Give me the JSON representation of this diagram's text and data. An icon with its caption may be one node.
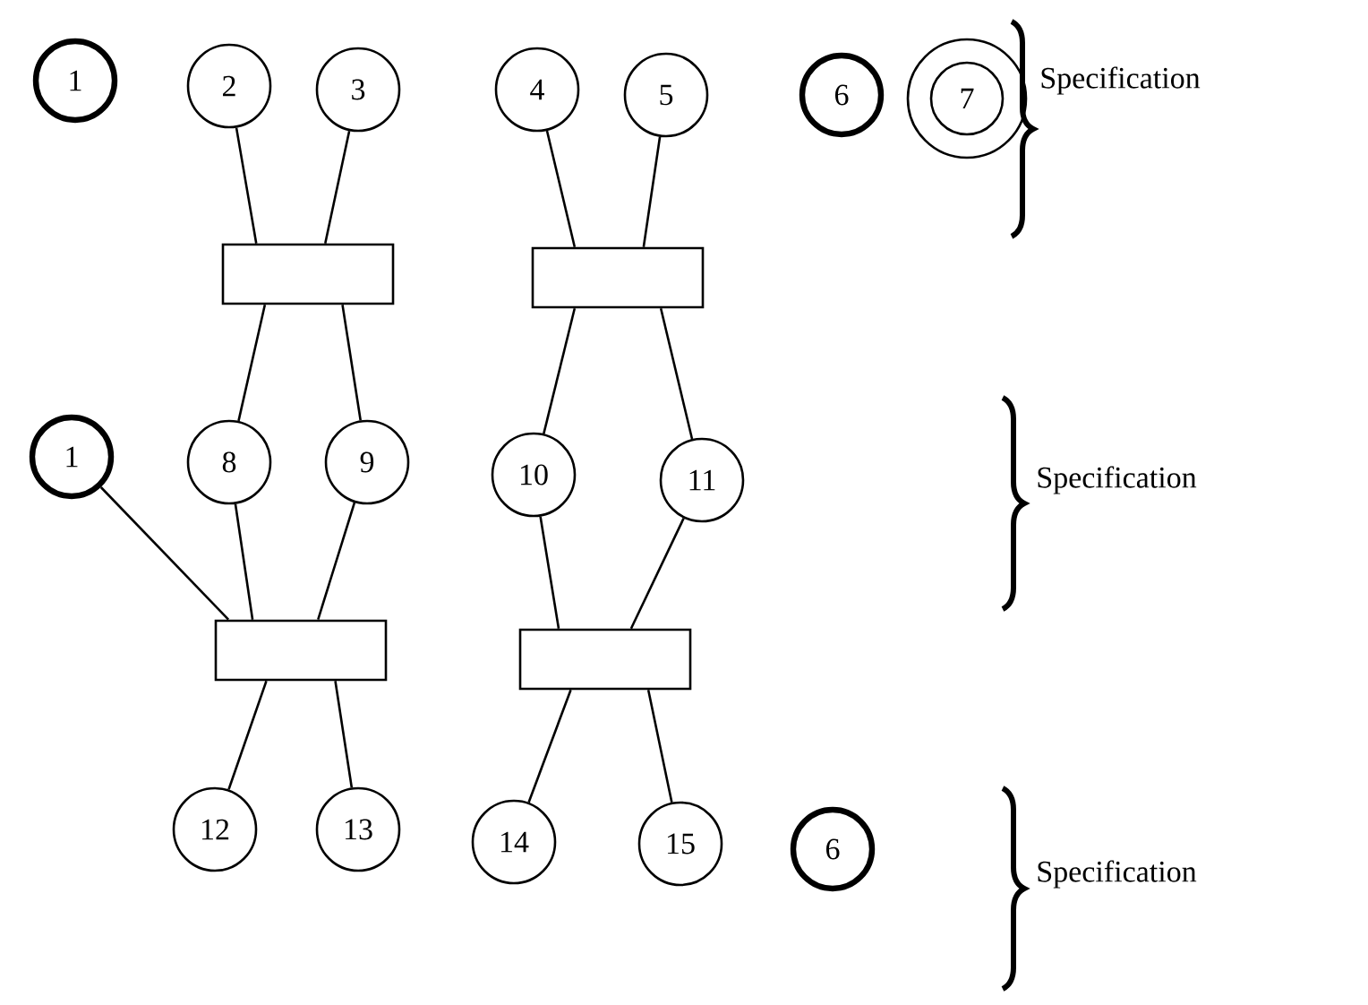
{
  "diagram": {
    "nodes": [
      {
        "text": [
          "1"
        ]
      },
      {
        "text": [
          "2"
        ]
      },
      {
        "text": [
          "3"
        ]
      },
      {
        "text": [
          "4"
        ]
      },
      {
        "text": [
          "5"
        ]
      },
      {
        "text": [
          "6"
        ]
      },
      {
        "text": [
          "7"
        ]
      },
      {
        "text": [],
        "shape": "box"
      },
      {
        "text": [],
        "shape": "box"
      },
      {
        "text": [
          "1"
        ]
      },
      {
        "text": [
          "8"
        ]
      },
      {
        "text": [
          "9"
        ]
      },
      {
        "text": [
          "10"
        ]
      },
      {
        "text": [
          "11"
        ]
      },
      {
        "text": [],
        "shape": "box"
      },
      {
        "text": [],
        "shape": "box"
      },
      {
        "text": [
          "12"
        ]
      },
      {
        "text": [
          "13"
        ]
      },
      {
        "text": [
          "14"
        ]
      },
      {
        "text": [
          "15"
        ]
      },
      {
        "text": [
          "6"
        ]
      }
    ],
    "edges": [
      {
        "from": 1,
        "to": 7,
        "arrow": "none"
      },
      {
        "from": 2,
        "to": 7,
        "arrow": "none"
      },
      {
        "from": 7,
        "to": 10,
        "arrow": "none"
      },
      {
        "from": 7,
        "to": 11,
        "arrow": "none"
      },
      {
        "from": 3,
        "to": 8,
        "arrow": "none"
      },
      {
        "from": 4,
        "to": 8,
        "arrow": "none"
      },
      {
        "from": 8,
        "to": 12,
        "arrow": "none"
      },
      {
        "from": 8,
        "to": 13,
        "arrow": "none"
      },
      {
        "from": 9,
        "to": 14,
        "arrow": "none"
      },
      {
        "from": 10,
        "to": 14,
        "arrow": "none"
      },
      {
        "from": 11,
        "to": 14,
        "arrow": "none"
      },
      {
        "from": 14,
        "to": 16,
        "arrow": "none"
      },
      {
        "from": 14,
        "to": 17,
        "arrow": "none"
      },
      {
        "from": 12,
        "to": 15,
        "arrow": "none"
      },
      {
        "from": 13,
        "to": 15,
        "arrow": "none"
      },
      {
        "from": 15,
        "to": 18,
        "arrow": "none"
      },
      {
        "from": 15,
        "to": 19,
        "arrow": "none"
      }
    ],
    "labels": [
      "Specification",
      "Specification",
      "Specification"
    ]
  }
}
